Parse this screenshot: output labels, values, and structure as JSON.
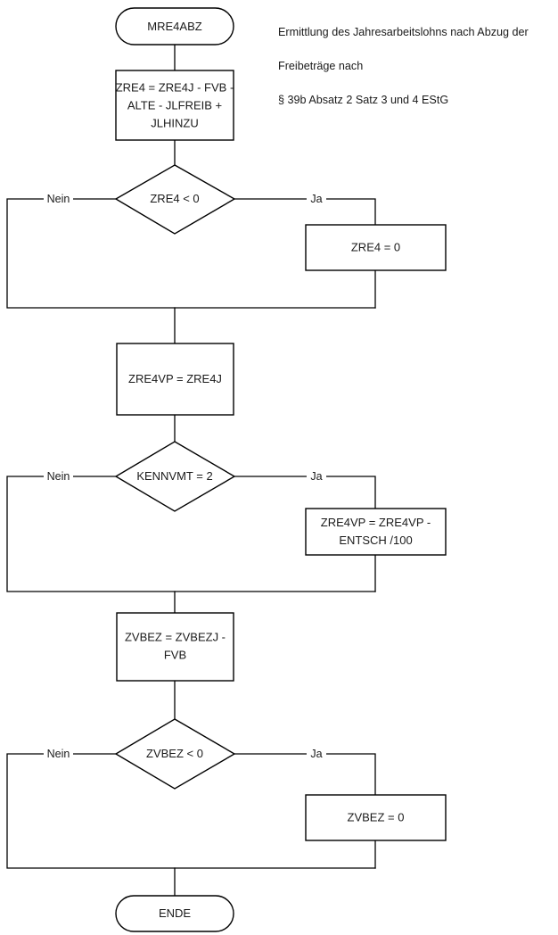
{
  "diagram": {
    "title_note": {
      "lines": [
        "Ermittlung des Jahresarbeitslohns nach Abzug der",
        "Freibeträge nach",
        "§ 39b Absatz 2 Satz 3 und 4 EStG"
      ]
    },
    "colors": {
      "stroke": "#000000",
      "fill": "#ffffff",
      "text": "#1a1a1a",
      "background": "#ffffff"
    },
    "type": "flowchart",
    "nodes": [
      {
        "id": "start",
        "shape": "terminal",
        "label": "MRE4ABZ"
      },
      {
        "id": "proc_zre4",
        "shape": "process",
        "label": "ZRE4 = ZRE4J - FVB - ALTE - JLFREIB  + JLHINZU",
        "lines": [
          "ZRE4 = ZRE4J - FVB -",
          "ALTE - JLFREIB  +",
          "JLHINZU"
        ]
      },
      {
        "id": "dec_zre4",
        "shape": "decision",
        "label": "ZRE4 < 0"
      },
      {
        "id": "proc_zre4_0",
        "shape": "process",
        "label": "ZRE4 = 0",
        "lines": [
          "ZRE4 = 0"
        ]
      },
      {
        "id": "proc_zre4vp",
        "shape": "process",
        "label": "ZRE4VP = ZRE4J",
        "lines": [
          "ZRE4VP = ZRE4J"
        ]
      },
      {
        "id": "dec_kennvmt",
        "shape": "decision",
        "label": "KENNVMT = 2"
      },
      {
        "id": "proc_entsch",
        "shape": "process",
        "label": "ZRE4VP = ZRE4VP - ENTSCH /100",
        "lines": [
          "ZRE4VP = ZRE4VP -",
          "ENTSCH /100"
        ]
      },
      {
        "id": "proc_zvbez",
        "shape": "process",
        "label": "ZVBEZ = ZVBEZJ - FVB",
        "lines": [
          "ZVBEZ = ZVBEZJ -",
          "FVB"
        ]
      },
      {
        "id": "dec_zvbez",
        "shape": "decision",
        "label": "ZVBEZ < 0"
      },
      {
        "id": "proc_zvbez_0",
        "shape": "process",
        "label": "ZVBEZ = 0",
        "lines": [
          "ZVBEZ = 0"
        ]
      },
      {
        "id": "end",
        "shape": "terminal",
        "label": "ENDE"
      }
    ],
    "edge_labels": {
      "no": "Nein",
      "yes": "Ja"
    },
    "edges": [
      {
        "from": "start",
        "to": "proc_zre4",
        "label": ""
      },
      {
        "from": "proc_zre4",
        "to": "dec_zre4",
        "label": ""
      },
      {
        "from": "dec_zre4",
        "to": "proc_zre4_0",
        "label": "Ja"
      },
      {
        "from": "dec_zre4",
        "to": "proc_zre4vp",
        "label": "Nein"
      },
      {
        "from": "proc_zre4_0",
        "to": "proc_zre4vp",
        "label": ""
      },
      {
        "from": "proc_zre4vp",
        "to": "dec_kennvmt",
        "label": ""
      },
      {
        "from": "dec_kennvmt",
        "to": "proc_entsch",
        "label": "Ja"
      },
      {
        "from": "dec_kennvmt",
        "to": "proc_zvbez",
        "label": "Nein"
      },
      {
        "from": "proc_entsch",
        "to": "proc_zvbez",
        "label": ""
      },
      {
        "from": "proc_zvbez",
        "to": "dec_zvbez",
        "label": ""
      },
      {
        "from": "dec_zvbez",
        "to": "proc_zvbez_0",
        "label": "Ja"
      },
      {
        "from": "dec_zvbez",
        "to": "end",
        "label": "Nein"
      },
      {
        "from": "proc_zvbez_0",
        "to": "end",
        "label": ""
      }
    ]
  }
}
